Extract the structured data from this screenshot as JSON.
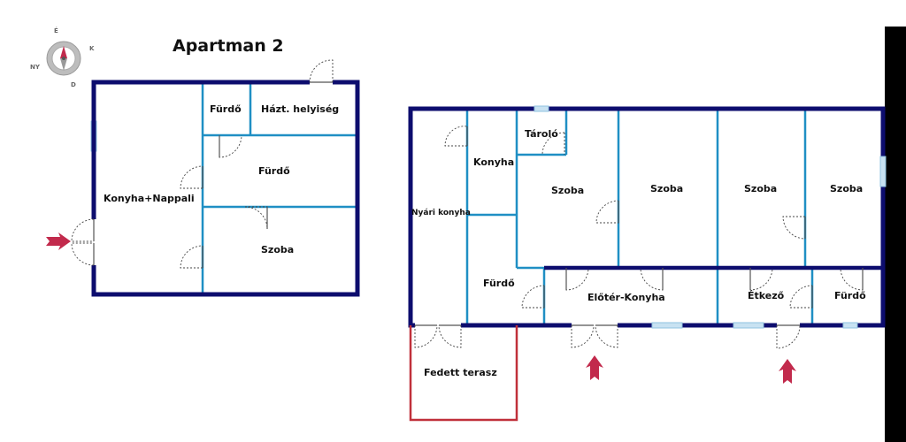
{
  "title": "Apartman 2",
  "compass": {
    "n": "É",
    "e": "K",
    "s": "D",
    "w": "NY"
  },
  "apartment_left": {
    "rooms": {
      "konyha_nappali": "Konyha+Nappali",
      "furdo_small": "Fürdő",
      "haztartasi": "Házt. helyiség",
      "furdo": "Fürdő",
      "szoba": "Szoba"
    }
  },
  "apartment_right": {
    "rooms": {
      "nyari_konyha": "Nyári konyha",
      "konyha": "Konyha",
      "tarolo": "Tároló",
      "szoba_1": "Szoba",
      "szoba_2": "Szoba",
      "szoba_3": "Szoba",
      "szoba_4": "Szoba",
      "furdo_left": "Fürdő",
      "eloter_konyha": "Előtér-Konyha",
      "etkezo": "Étkező",
      "furdo_right": "Fürdő"
    },
    "terrace": "Fedett terasz"
  },
  "colors": {
    "outer_wall": "#0d0d6e",
    "inner_wall": "#1f8fc4",
    "window": "#c8e2f2",
    "terrace_outline": "#c0303a",
    "entrance_arrow": "#c22a4c"
  }
}
